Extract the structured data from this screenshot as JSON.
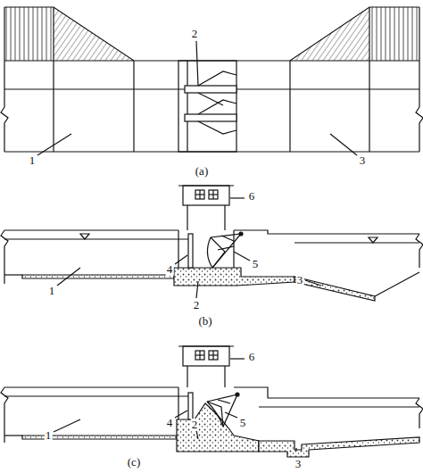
{
  "diagram": {
    "labels": [
      "2",
      "1",
      "3",
      "(a)",
      "6",
      "4",
      "5",
      "1",
      "2",
      "3",
      "(b)",
      "6",
      "4",
      "5",
      "1",
      "2",
      "3",
      "(c)"
    ]
  }
}
